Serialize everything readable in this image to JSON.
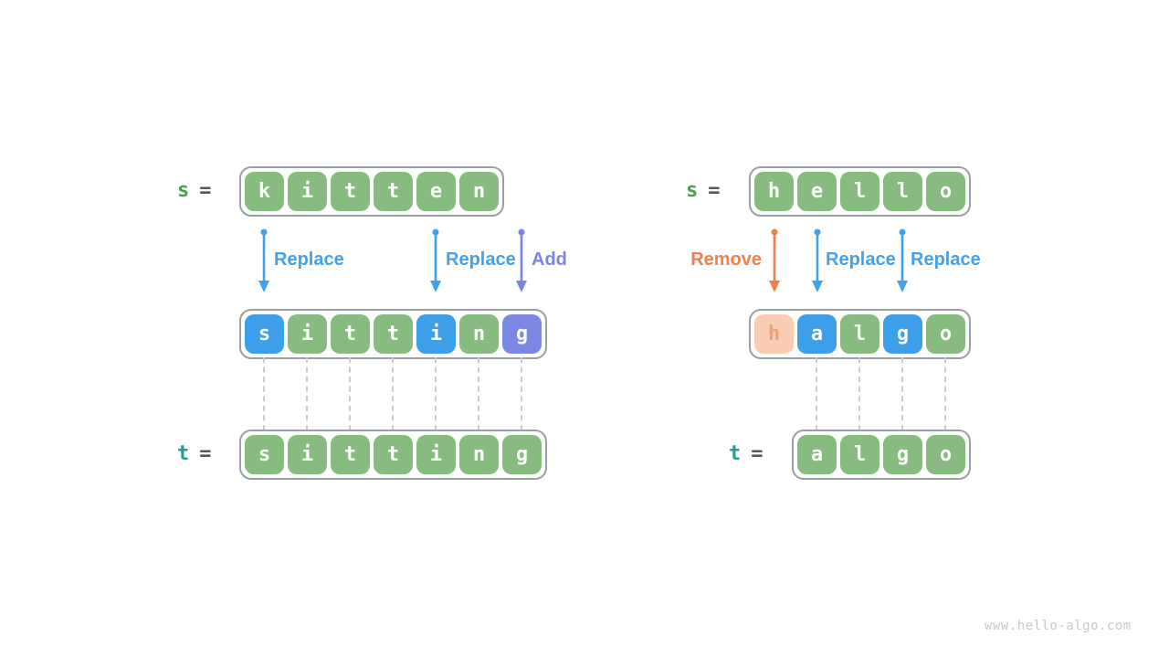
{
  "watermark": "www.hello-algo.com",
  "colors": {
    "green_box": "#87bb80",
    "blue_box": "#3d9fe9",
    "purple_box": "#7b87e3",
    "peach_box": "#f9cdb3",
    "source_label_green": "#4ca050",
    "target_label_teal": "#2a9d8f",
    "blue_accent": "#42a1ec",
    "purple_accent": "#7c84e6",
    "orange_accent": "#f0804d"
  },
  "left": {
    "source_label": "s",
    "equals": "=",
    "target_label": "t",
    "source": [
      "k",
      "i",
      "t",
      "t",
      "e",
      "n"
    ],
    "middle": [
      "s",
      "i",
      "t",
      "t",
      "i",
      "n",
      "g"
    ],
    "target": [
      "s",
      "i",
      "t",
      "t",
      "i",
      "n",
      "g"
    ],
    "operations": [
      {
        "label": "Replace"
      },
      {
        "label": "Replace"
      },
      {
        "label": "Add"
      }
    ]
  },
  "right": {
    "source_label": "s",
    "equals": "=",
    "target_label": "t",
    "source": [
      "h",
      "e",
      "l",
      "l",
      "o"
    ],
    "middle": [
      "h",
      "a",
      "l",
      "g",
      "o"
    ],
    "target": [
      "a",
      "l",
      "g",
      "o"
    ],
    "operations": [
      {
        "label": "Remove"
      },
      {
        "label": "Replace"
      },
      {
        "label": "Replace"
      }
    ]
  }
}
